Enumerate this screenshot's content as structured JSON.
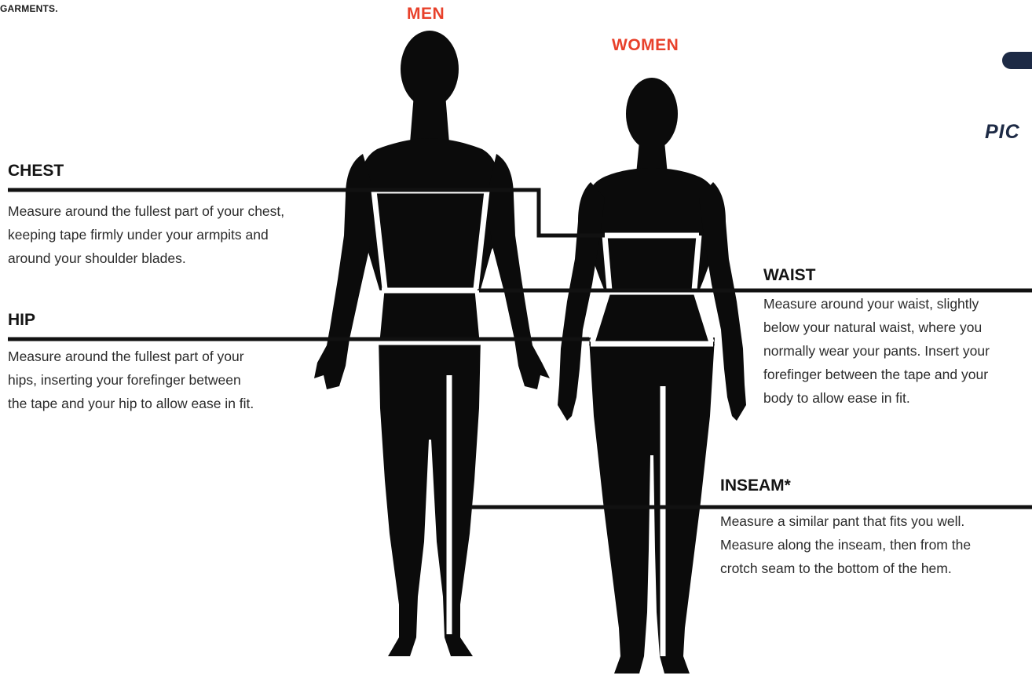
{
  "header": {
    "snippet": "GARMENTS."
  },
  "labels": {
    "men": "MEN",
    "women": "WOMEN"
  },
  "sections": {
    "chest": {
      "heading": "CHEST",
      "lines": [
        "Measure around the fullest part of your chest,",
        "keeping tape firmly under your armpits and",
        "around your shoulder blades."
      ]
    },
    "hip": {
      "heading": "HIP",
      "lines": [
        "Measure around the fullest part of your",
        "hips, inserting your forefinger between",
        "the tape and your hip to allow ease in fit."
      ]
    },
    "waist": {
      "heading": "WAIST",
      "lines": [
        "Measure around your waist, slightly",
        "below your natural waist, where you",
        "normally wear your pants. Insert your",
        "forefinger between the tape and your",
        "body to allow ease in fit."
      ]
    },
    "inseam": {
      "heading": "INSEAM*",
      "lines": [
        "Measure a similar pant that fits you well.",
        "Measure along the inseam, then from the",
        "crotch seam to the bottom of the hem."
      ]
    }
  },
  "cutoff": {
    "text": "PIC"
  },
  "colors": {
    "accent": "#e8402a",
    "silhouette": "#0b0b0b",
    "tape": "#ffffff",
    "text": "#2b2b2b",
    "logo": "#1d2a45"
  }
}
